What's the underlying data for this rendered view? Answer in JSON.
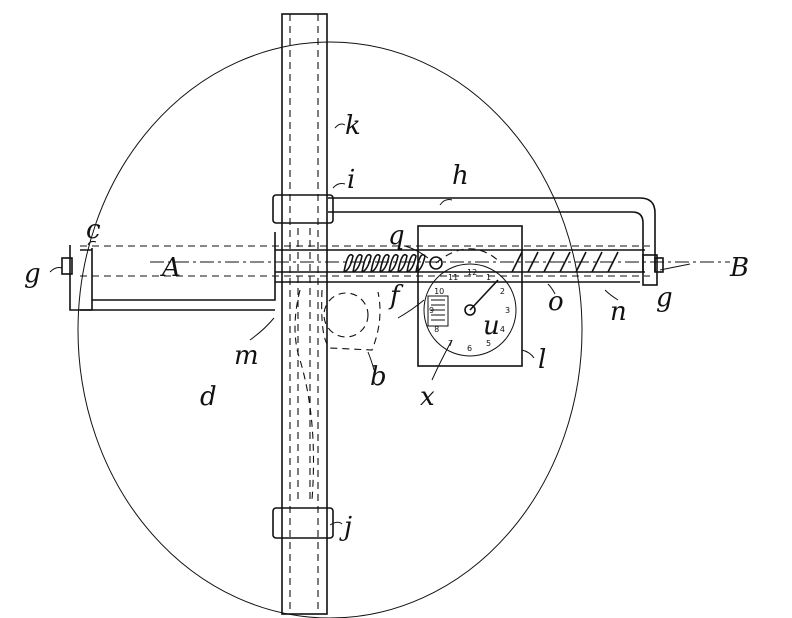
{
  "figure": {
    "labels": {
      "k": "k",
      "i": "i",
      "h": "h",
      "c": "c",
      "g_left": "g",
      "A": "A",
      "q": "q",
      "B": "B",
      "g_right": "g",
      "o": "o",
      "n": "n",
      "f": "f",
      "u": "u",
      "m": "m",
      "b": "b",
      "l": "l",
      "d": "d",
      "x": "x",
      "j": "j"
    },
    "dial_numbers": [
      "1",
      "2",
      "3",
      "4",
      "5",
      "6",
      "7",
      "8",
      "9",
      "10",
      "11",
      "12"
    ]
  }
}
